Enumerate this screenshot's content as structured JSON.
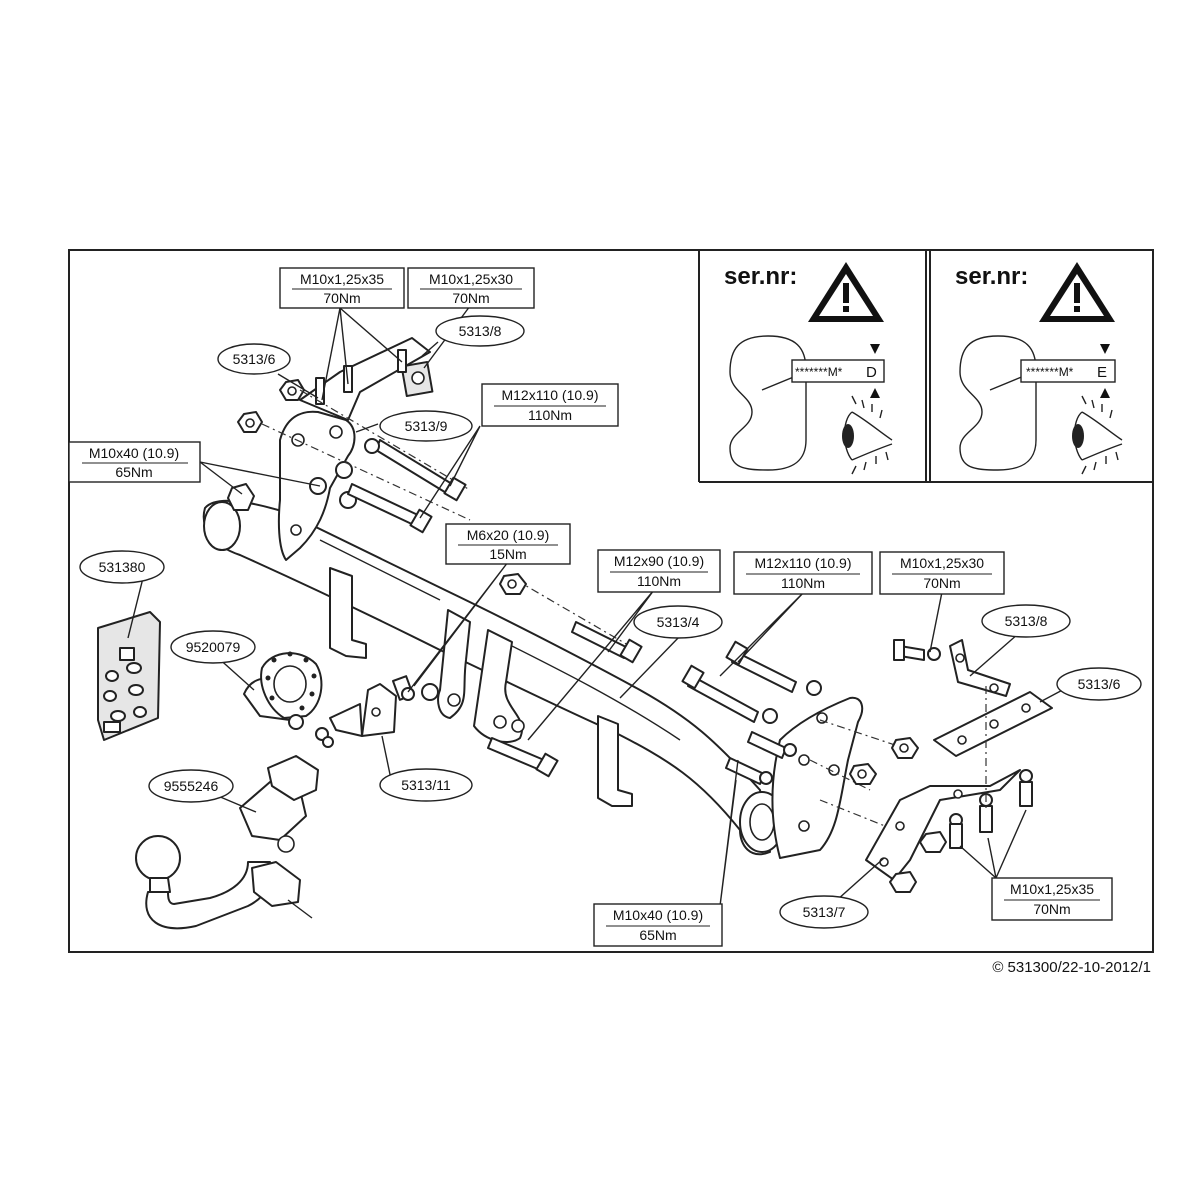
{
  "serial_panels": [
    {
      "label": "ser.nr:",
      "code_prefix": "*******M*",
      "code_suffix": "D",
      "icon": "warning-triangle-icon"
    },
    {
      "label": "ser.nr:",
      "code_prefix": "*******M*",
      "code_suffix": "E",
      "icon": "warning-triangle-icon"
    }
  ],
  "part_labels": {
    "p5313_6_left": "5313/6",
    "p5313_8_top": "5313/8",
    "p5313_9": "5313/9",
    "p531380": "531380",
    "p9520079": "9520079",
    "p9555246": "9555246",
    "p5313_11": "5313/11",
    "p5313_4": "5313/4",
    "p5313_8_right": "5313/8",
    "p5313_6_right": "5313/6",
    "p5313_7": "5313/7"
  },
  "bolt_specs": {
    "b1": {
      "size": "M10x1,25x35",
      "torque": "70Nm"
    },
    "b2": {
      "size": "M10x1,25x30",
      "torque": "70Nm"
    },
    "b3": {
      "size": "M12x110 (10.9)",
      "torque": "110Nm"
    },
    "b4": {
      "size": "M10x40 (10.9)",
      "torque": "65Nm"
    },
    "b5": {
      "size": "M6x20 (10.9)",
      "torque": "15Nm"
    },
    "b6": {
      "size": "M12x90 (10.9)",
      "torque": "110Nm"
    },
    "b7": {
      "size": "M12x110 (10.9)",
      "torque": "110Nm"
    },
    "b8": {
      "size": "M10x1,25x30",
      "torque": "70Nm"
    },
    "b9": {
      "size": "M10x1,25x35",
      "torque": "70Nm"
    },
    "b10": {
      "size": "M10x40 (10.9)",
      "torque": "65Nm"
    }
  },
  "copyright": "© 531300/22-10-2012/1"
}
